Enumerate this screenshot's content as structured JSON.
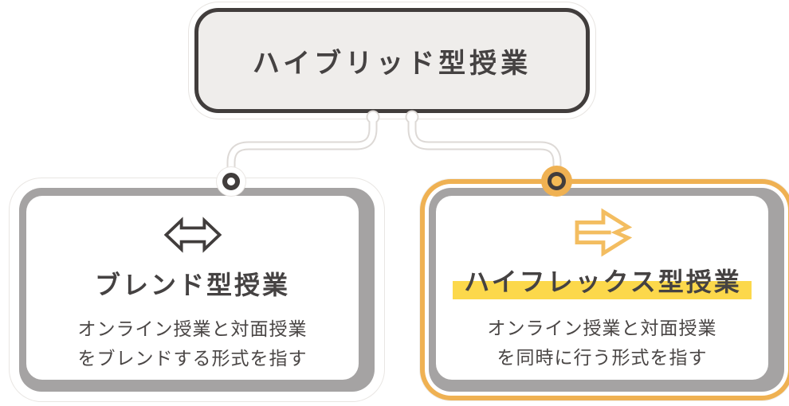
{
  "diagram": {
    "type": "hierarchy-infographic",
    "background": "#ffffff"
  },
  "parent": {
    "title": "ハイブリッド型授業"
  },
  "cards": [
    {
      "id": "blend",
      "icon": "double-headed-arrow-icon",
      "title": "ブレンド型授業",
      "desc_line1": "オンライン授業と対面授業",
      "desc_line2": "をブレンドする形式を指す"
    },
    {
      "id": "hyflex",
      "icon": "merge-arrow-icon",
      "title": "ハイフレックス型授業",
      "desc_line1": "オンライン授業と対面授業",
      "desc_line2": "を同時に行う形式を指す"
    }
  ],
  "colors": {
    "dark": "#413d3c",
    "text_dark": "#454242",
    "desc_text": "#4a4645",
    "panel_gray": "#a5a3a3",
    "accent_orange": "#efb152",
    "icon_orange": "#f3bd60",
    "highlight_yellow": "#fcd84b",
    "parent_fill": "#efedeb",
    "card_white": "#ffffff"
  }
}
